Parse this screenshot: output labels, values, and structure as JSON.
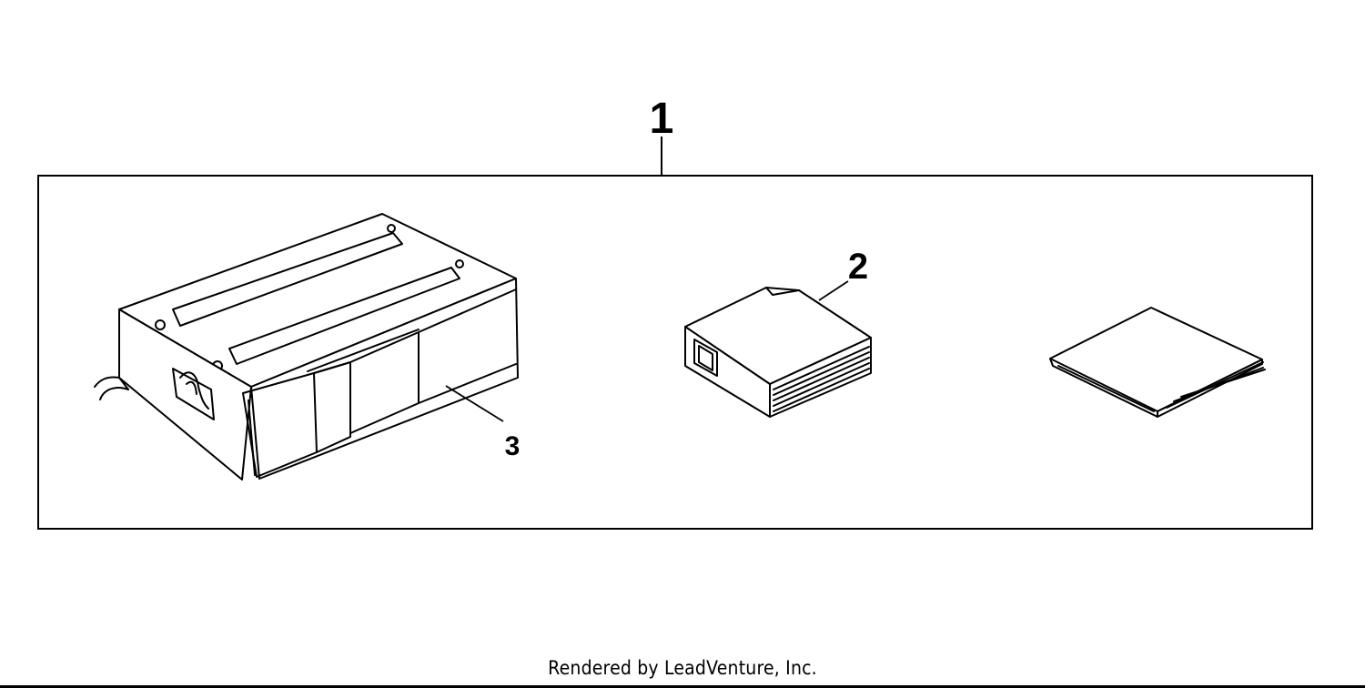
{
  "diagram": {
    "callouts": {
      "kit": "1",
      "cartridge": "2",
      "changer": "3"
    },
    "footer": "Rendered by LeadVenture, Inc."
  }
}
